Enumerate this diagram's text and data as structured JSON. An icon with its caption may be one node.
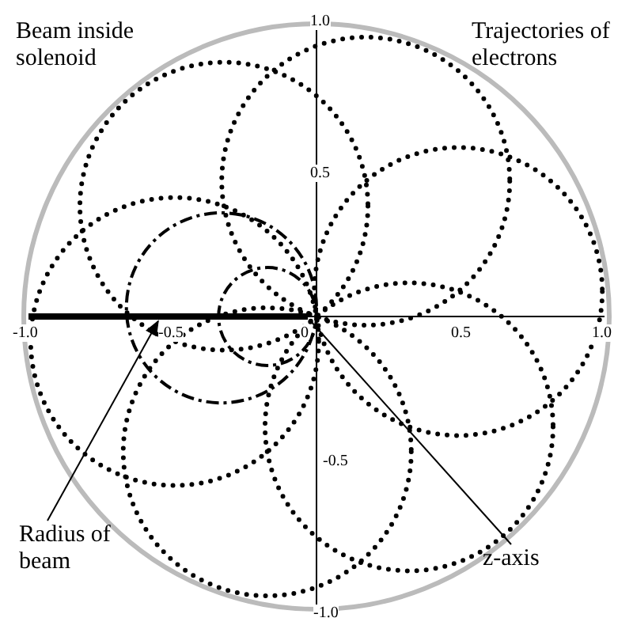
{
  "diagram": {
    "nodes": [
      {
        "text": [
          "Radius of beam"
        ]
      },
      {
        "text": [],
        "shape": "bar"
      },
      {
        "text": [
          "z-axis"
        ]
      }
    ],
    "edges": [
      {
        "from": 0,
        "to": 1,
        "arrow": "to"
      },
      {
        "from": 2,
        "to": 1,
        "arrow": "none"
      }
    ],
    "labels": [
      "Beam inside solenoid",
      "1.0",
      "Trajectories of electrons",
      "0.5",
      "-1.0",
      "-0.5",
      "0",
      "0.5",
      "1.0",
      "-0.5",
      "-1.0"
    ]
  }
}
